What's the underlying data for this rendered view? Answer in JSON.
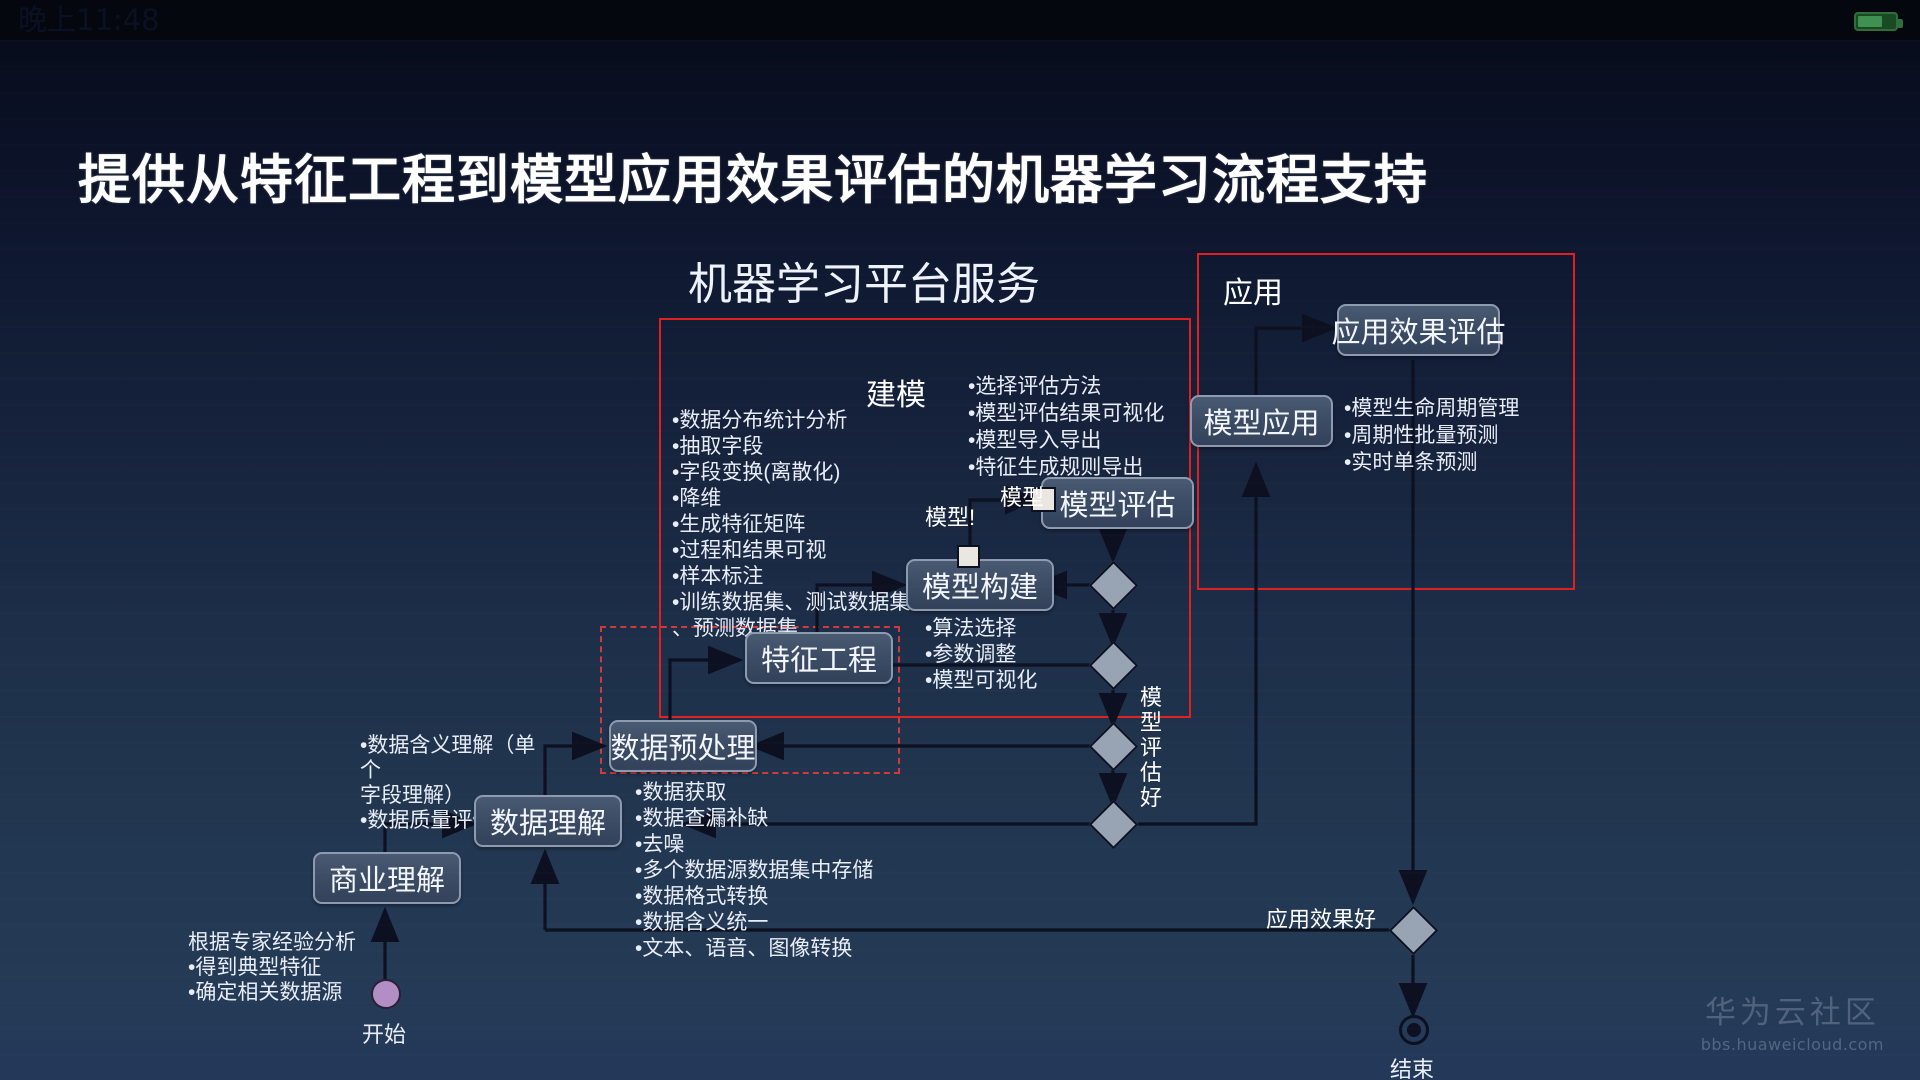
{
  "statusbar": {
    "clock": "晚上11:48",
    "battery_icon": "battery-icon"
  },
  "slide": {
    "title": "提供从特征工程到模型应用效果评估的机器学习流程支持",
    "subtitle": "机器学习平台服务"
  },
  "regions": {
    "modeling": {
      "label": "建模"
    },
    "application": {
      "label": "应用"
    },
    "preprocess_dashed": {
      "label": ""
    }
  },
  "nodes": {
    "business_understanding": "商业理解",
    "data_understanding": "数据理解",
    "data_preprocess": "数据预处理",
    "feature_engineering": "特征工程",
    "model_build": "模型构建",
    "model_evaluate": "模型评估",
    "model_apply": "模型应用",
    "app_effect_evaluate": "应用效果评估",
    "start": "开始",
    "end": "结束"
  },
  "textblocks": {
    "expert": "根据专家经验分析\n•得到典型特征\n•确定相关数据源",
    "data_understanding_notes": "•数据含义理解（单个\n字段理解）\n•数据质量评估",
    "preprocess_notes": "•数据获取\n•数据查漏补缺\n•去噪\n•多个数据源数据集中存储\n•数据格式转换\n•数据含义统一\n•文本、语音、图像转换",
    "feature_notes": "•数据分布统计分析\n•抽取字段\n•字段变换(离散化)\n•降维\n•生成特征矩阵\n•过程和结果可视\n•样本标注\n•训练数据集、测试数据集\n、预测数据集",
    "model_build_notes": "•算法选择\n•参数调整\n•模型可视化",
    "model_eval_notes": "•选择评估方法\n•模型评估结果可视化\n•模型导入导出\n•特征生成规则导出",
    "app_notes": "•模型生命周期管理\n•周期性批量预测\n•实时单条预测"
  },
  "edge_labels": {
    "model_upper": "模型",
    "model_lower": "模型!",
    "model_eval_good": "模型评估好",
    "app_effect_good": "应用效果好"
  },
  "watermark": {
    "cn": "华为云社区",
    "url": "bbs.huaweicloud.com"
  },
  "colors": {
    "region_red": "#e02020",
    "node_fill": "#3d4d66",
    "node_border": "#8d9ab0",
    "diamond_fill": "#98a3b4",
    "start_fill": "#b38ec4",
    "text": "#e8edf7"
  }
}
